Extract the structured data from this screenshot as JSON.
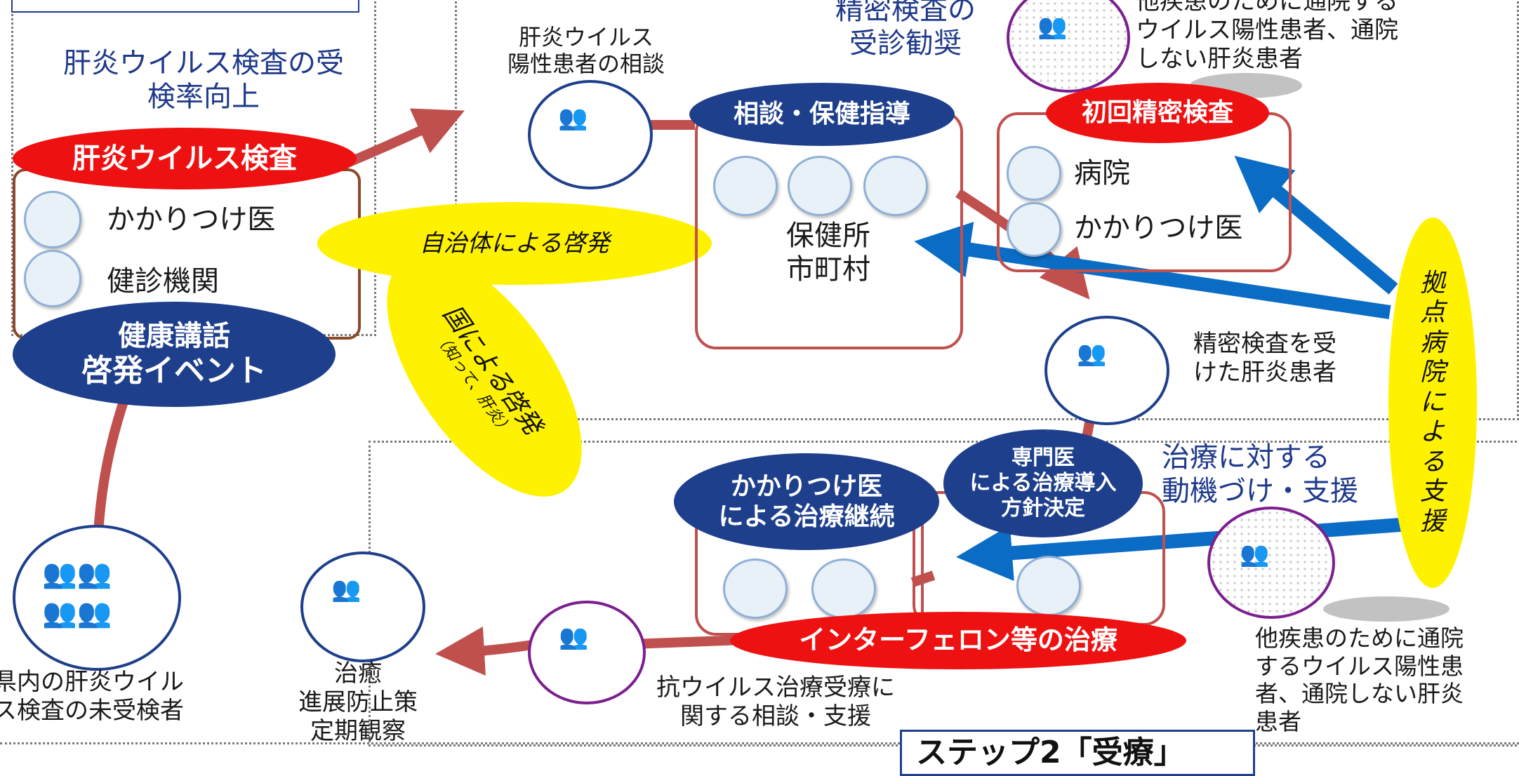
{
  "texts": {
    "rate_up": [
      "肝炎ウイルス検査の受",
      "検率向上"
    ],
    "virus_consult": [
      "肝炎ウイルス",
      "陽性患者の相談"
    ],
    "seimitsu_top": [
      "精密検査の",
      "受診勧奨"
    ],
    "other_top": [
      "他疾患のために通院する",
      "ウイルス陽性患者、通院",
      "しない肝炎患者"
    ],
    "hokenjo": [
      "保健所",
      "市町村"
    ],
    "seimitsu_patients": [
      "精密検査を受",
      "けた肝炎患者"
    ],
    "motivation": [
      "治療に対する",
      "動機づけ・支援"
    ],
    "other_bottom": [
      "他疾患のために通院",
      "するウイルス陽性患",
      "者、通院しない肝炎",
      "患者"
    ],
    "unexamined": [
      "県内の肝炎ウイル",
      "ス検査の未受検者"
    ],
    "cure": [
      "治癒",
      "進展防止策",
      "定期観察"
    ],
    "antiviral": [
      "抗ウイルス治療受療に",
      "関する相談・支援"
    ],
    "step_banner": "ステップ2「受療」"
  },
  "ovals": {
    "kanen_kensa": "肝炎ウイルス検査",
    "kenko_event": [
      "健康講話",
      "啓発イベント"
    ],
    "soudan": "相談・保健指導",
    "shokai": "初回精密検査",
    "kakari_keizoku": [
      "かかりつけ医",
      "による治療継続"
    ],
    "senmon": [
      "専門医",
      "による治療導入",
      "方針決定"
    ],
    "ifn": "インターフェロン等の治療"
  },
  "yellow": {
    "jichitai": "自治体による啓発",
    "kuni_main": "国による啓発",
    "kuni_sub": "（知って、肝炎）",
    "kyoten": [
      "拠",
      "点",
      "病",
      "院",
      "に",
      "よ",
      "る",
      "支",
      "援"
    ]
  },
  "facilities": {
    "kakaritsuke": "かかりつけ医",
    "kenshin": "健診機関",
    "byoin": "病院",
    "kakaritsuke2": "かかりつけ医"
  },
  "colors": {
    "red": "#ee1111",
    "navy": "#1e3f8c",
    "yellow": "#fff200",
    "arrow_red": "#c0504d",
    "arrow_blue": "#0a6cc4",
    "text_blue": "#1f3a8a"
  }
}
